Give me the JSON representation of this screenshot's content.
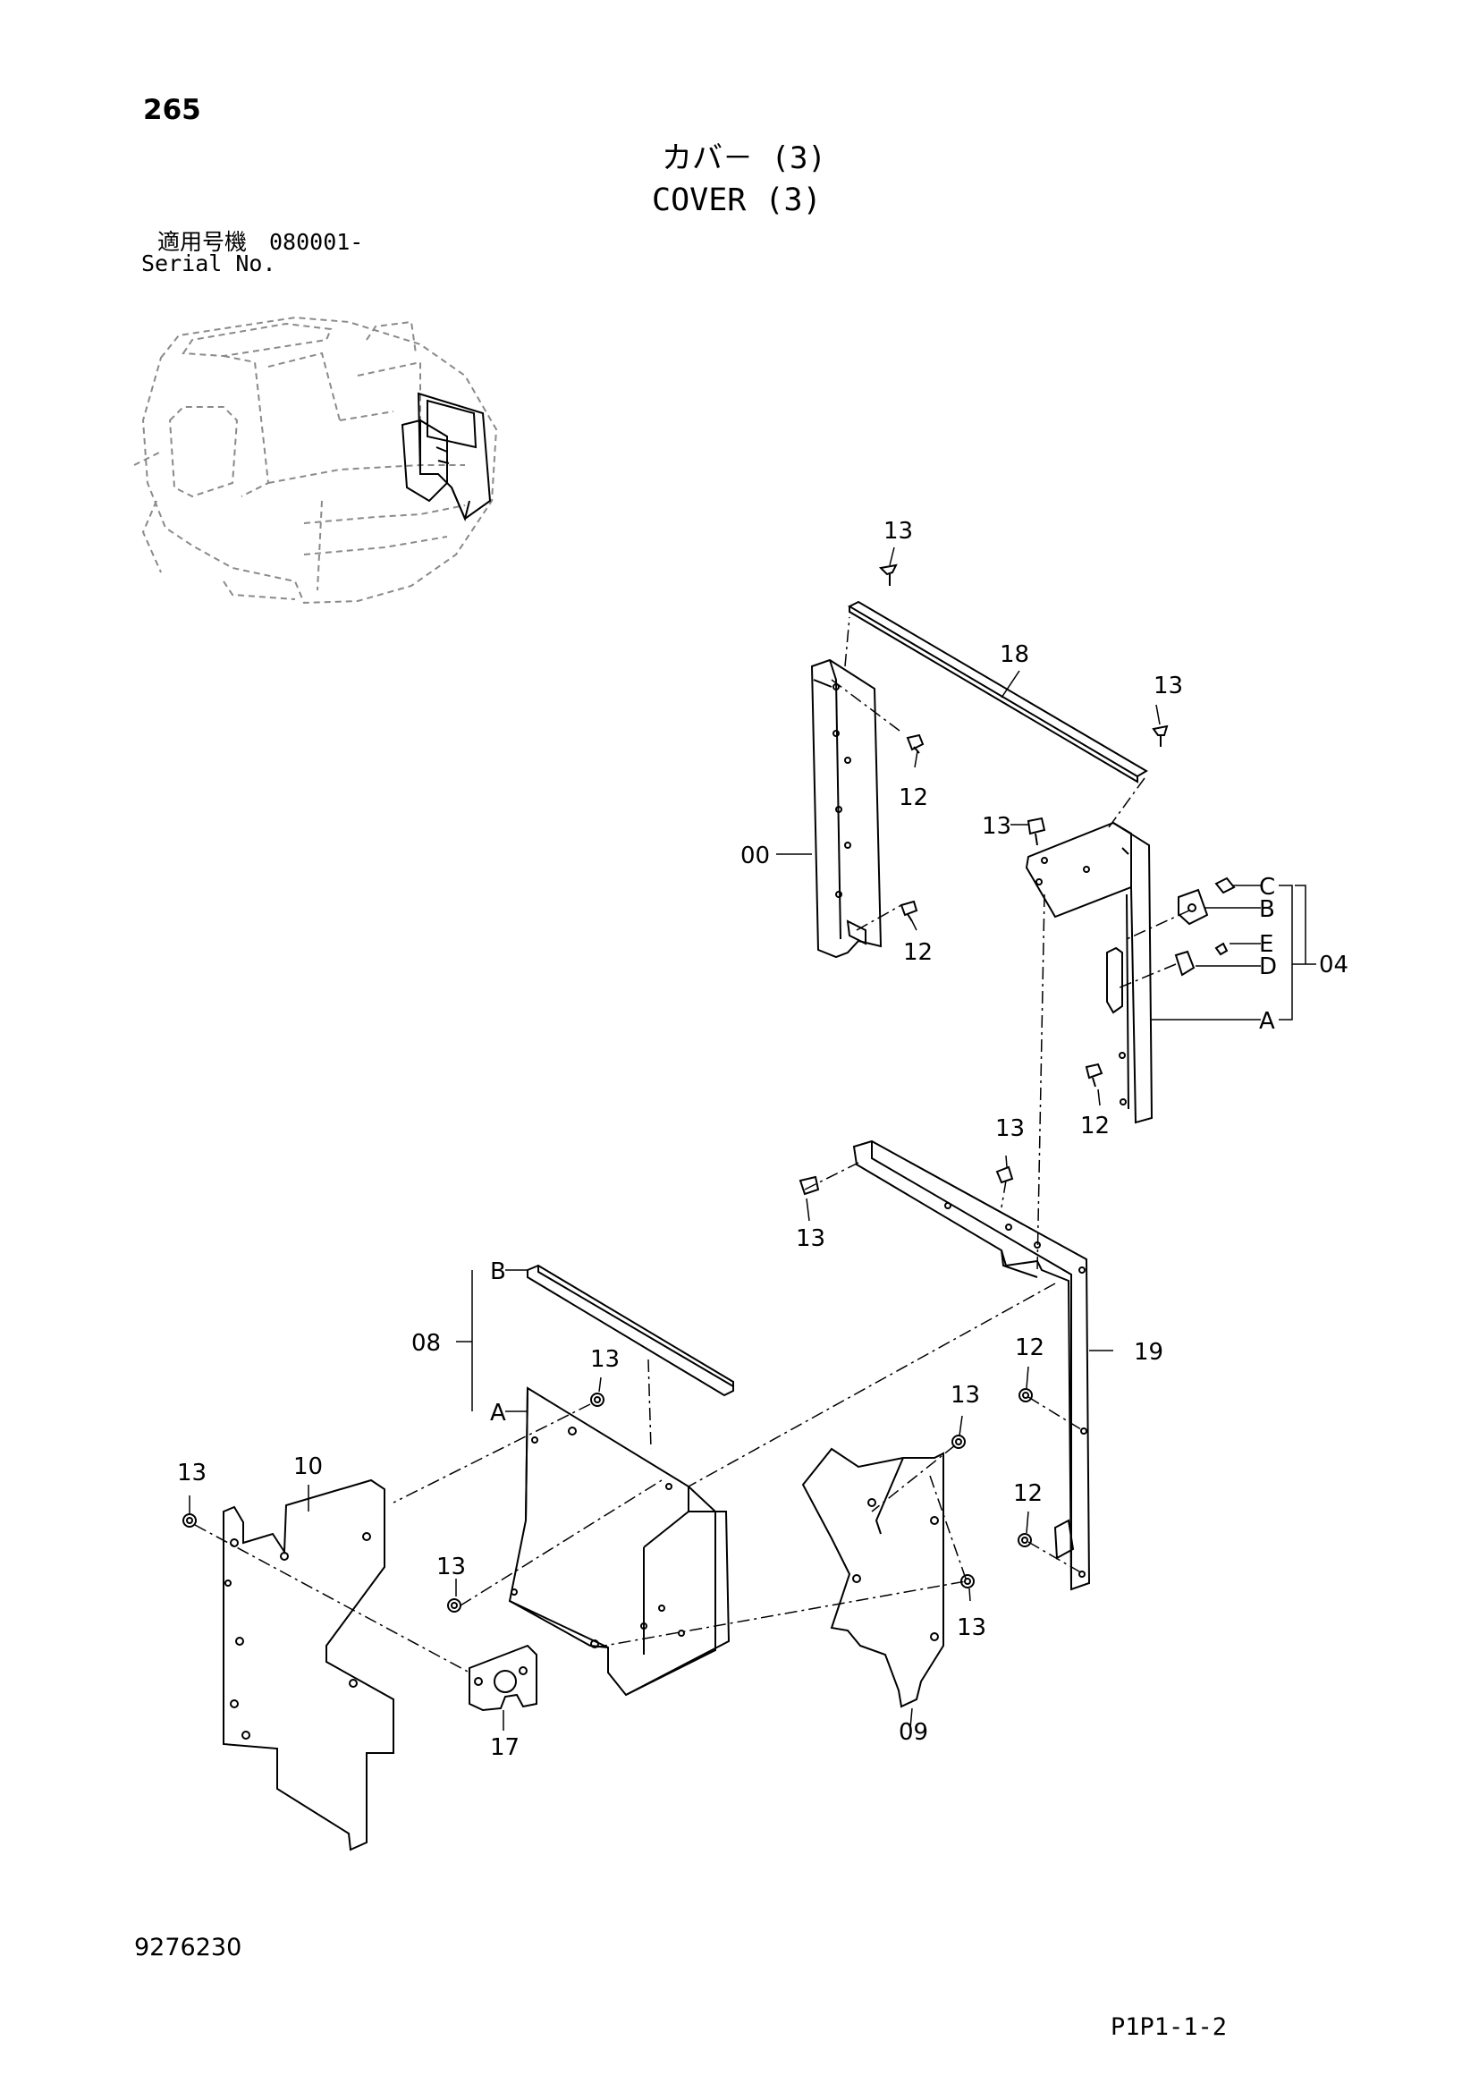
{
  "page_number": "265",
  "title_jp": "カバ－ (3)",
  "title_en": "COVER (3)",
  "serial_label_jp": "適用号機　080001-",
  "serial_label_en": "Serial No.",
  "reference_number": "9276230",
  "sheet_code": "P1P1-1-2",
  "callouts": {
    "c13a": "13",
    "c18": "18",
    "c13b": "13",
    "c12a": "12",
    "c00": "00",
    "c12b": "12",
    "c13c": "13",
    "cC": "C",
    "cB": "B",
    "cE": "E",
    "cD": "D",
    "c04": "04",
    "cA": "A",
    "c12c": "12",
    "c13d": "13",
    "c13e": "13",
    "cB2": "B",
    "c08": "08",
    "cA2": "A",
    "c19": "19",
    "c13f": "13",
    "c12d": "12",
    "c13g": "13",
    "c10": "10",
    "c13h": "13",
    "c13i": "13",
    "c12e": "12",
    "c13j": "13",
    "c17": "17",
    "c09": "09"
  }
}
